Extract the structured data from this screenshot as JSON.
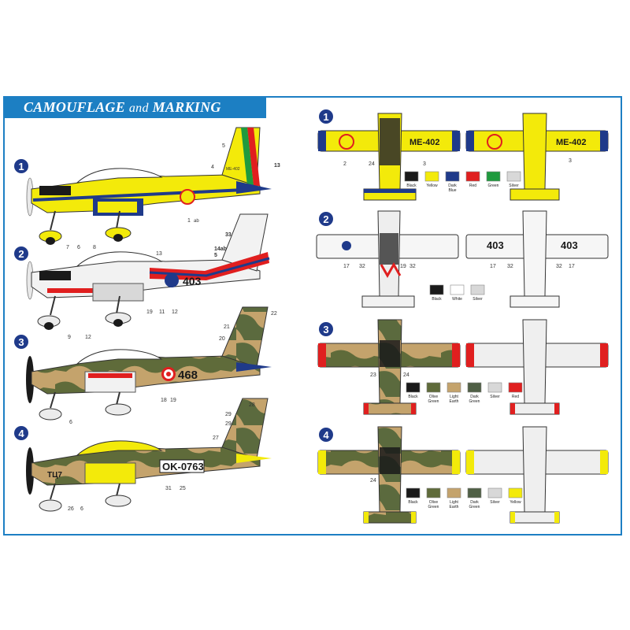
{
  "title": {
    "main": "CAMOUFLAGE",
    "conj": "and",
    "tail": "MARKING"
  },
  "schemes": [
    {
      "number": "1",
      "serial": "ME-402",
      "side_serial": "ME-402",
      "callouts_side": [
        "5",
        "4",
        "13",
        "1",
        "ab",
        "7",
        "6",
        "8"
      ],
      "callouts_top": [
        "2",
        "24",
        "3"
      ],
      "callouts_top_right": [
        "3"
      ],
      "swatches": [
        {
          "label": "Black",
          "color": "#1a1a1a"
        },
        {
          "label": "Yellow",
          "color": "#f3ea0a"
        },
        {
          "label": "Dark Blue",
          "color": "#1f3a8a"
        },
        {
          "label": "Red",
          "color": "#e01f1f"
        },
        {
          "label": "Green",
          "color": "#1f9a3e"
        },
        {
          "label": "Silver",
          "color": "#d8d8d8"
        }
      ]
    },
    {
      "number": "2",
      "serial": "403",
      "callouts_side": [
        "33",
        "14ab",
        "5",
        "13",
        "9",
        "12",
        "19",
        "11",
        "12"
      ],
      "callouts_top": [
        "17",
        "32",
        "32",
        "19"
      ],
      "callouts_top_right": [
        "17",
        "32",
        "32",
        "17"
      ],
      "swatches": [
        {
          "label": "Black",
          "color": "#1a1a1a"
        },
        {
          "label": "White",
          "color": "#ffffff"
        },
        {
          "label": "Silver",
          "color": "#d8d8d8"
        }
      ]
    },
    {
      "number": "3",
      "serial": "468",
      "callouts_side": [
        "21",
        "22",
        "20",
        "6",
        "18",
        "19"
      ],
      "callouts_top": [
        "23",
        "24"
      ],
      "swatches": [
        {
          "label": "Black",
          "color": "#1a1a1a"
        },
        {
          "label": "Olive Green",
          "color": "#5f6b3a"
        },
        {
          "label": "Light Earth",
          "color": "#c4a36c"
        },
        {
          "label": "Dark Green",
          "color": "#4f5f45"
        },
        {
          "label": "Silver",
          "color": "#d8d8d8"
        },
        {
          "label": "Red",
          "color": "#e01f1f"
        }
      ]
    },
    {
      "number": "4",
      "serial": "OK-0763",
      "nose_marking": "ТЦ7",
      "callouts_side": [
        "28",
        "29",
        "29",
        "27",
        "26",
        "6",
        "31",
        "25"
      ],
      "callouts_top": [
        "24"
      ],
      "swatches": [
        {
          "label": "Black",
          "color": "#1a1a1a"
        },
        {
          "label": "Olive Green",
          "color": "#5f6b3a"
        },
        {
          "label": "Light Earth",
          "color": "#c4a36c"
        },
        {
          "label": "Dark Green",
          "color": "#4f5f45"
        },
        {
          "label": "Silver",
          "color": "#d8d8d8"
        },
        {
          "label": "Yellow",
          "color": "#f3ea0a"
        }
      ]
    }
  ],
  "colors": {
    "frame": "#1d7fc4",
    "yellow": "#f3ea0a",
    "blue": "#1f3a8a",
    "red": "#e01f1f",
    "olive": "#5f6b3a",
    "earth": "#c4a36c",
    "silver": "#d8d8d8",
    "black": "#1a1a1a"
  }
}
